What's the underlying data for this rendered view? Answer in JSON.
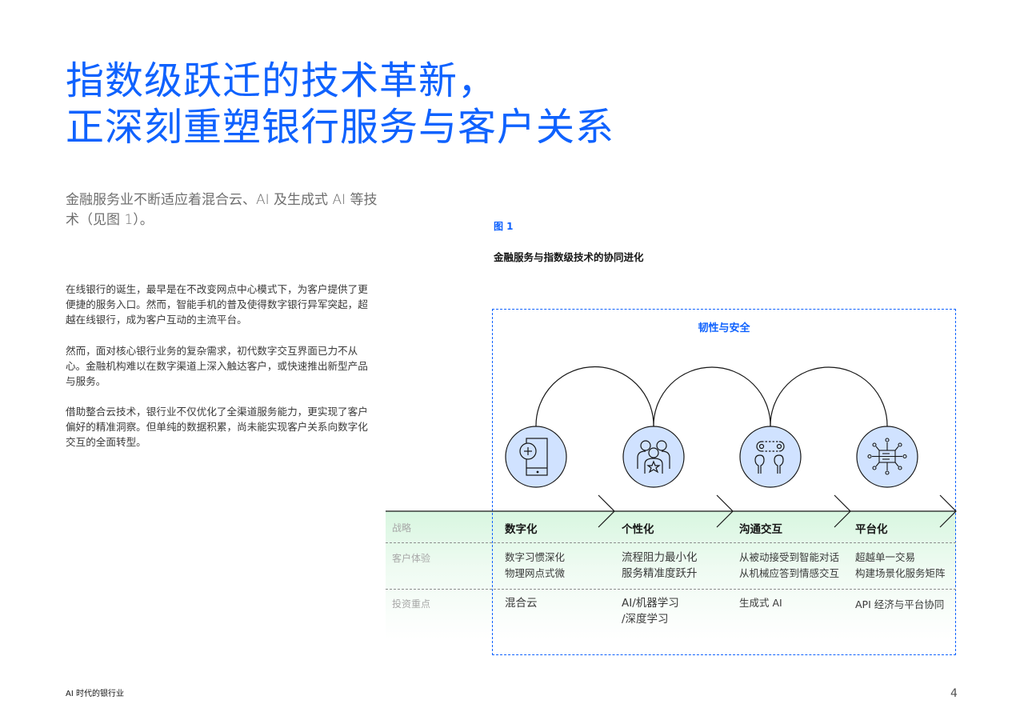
{
  "page": {
    "title_lines": [
      "指数级跃迁的技术革新，",
      "正深刻重塑银行服务与客户关系"
    ],
    "lead": "金融服务业不断适应着混合云、AI 及生成式 AI 等技术（见图 1）。",
    "paragraphs": [
      "在线银行的诞生，最早是在不改变网点中心模式下，为客户提供了更便捷的服务入口。然而，智能手机的普及使得数字银行异军突起，超越在线银行，成为客户互动的主流平台。",
      "然而，面对核心银行业务的复杂需求，初代数字交互界面已力不从心。金融机构难以在数字渠道上深入触达客户，或快速推出新型产品与服务。",
      "借助整合云技术，银行业不仅优化了全渠道服务能力，更实现了客户偏好的精准洞察。但单纯的数据积累，尚未能实现客户关系向数字化交互的全面转型。"
    ]
  },
  "figure": {
    "label": "图 1",
    "title": "金融服务与指数级技术的协同进化",
    "frame_label": "韧性与安全",
    "accent_color": "#0f62fe",
    "icon_fill": "#d0e2ff",
    "row_labels": [
      "战略",
      "客户体验",
      "投资重点"
    ],
    "stages": [
      {
        "icon": "mobile-plus-icon",
        "strategy": "数字化",
        "experience": [
          "数字习惯深化",
          "物理网点式微"
        ],
        "investment": [
          "混合云"
        ]
      },
      {
        "icon": "people-star-icon",
        "strategy": "个性化",
        "experience": [
          "流程阻力最小化",
          "服务精准度跃升"
        ],
        "investment": [
          "AI/机器学习",
          "/深度学习"
        ]
      },
      {
        "icon": "conversation-icon",
        "strategy": "沟通交互",
        "experience": [
          "从被动接受到智能对话",
          "从机械应答到情感交互"
        ],
        "investment": [
          "生成式 AI"
        ]
      },
      {
        "icon": "platform-network-icon",
        "strategy": "平台化",
        "experience": [
          "超越单一交易",
          "构建场景化服务矩阵"
        ],
        "investment": [
          "API 经济与平台协同"
        ]
      }
    ]
  },
  "footer": {
    "doc_title": "AI 时代的银行业",
    "page_number": "4"
  }
}
